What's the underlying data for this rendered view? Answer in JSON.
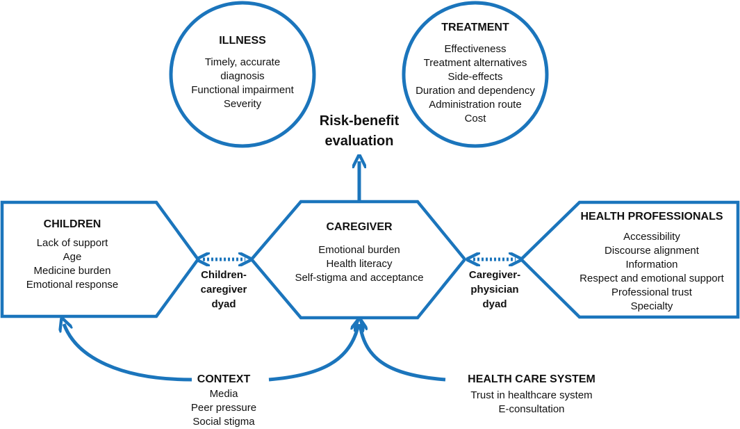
{
  "colors": {
    "accent": "#1b75bc",
    "text": "#111111",
    "background": "#ffffff"
  },
  "illness": {
    "title": "ILLNESS",
    "items": [
      "Timely, accurate",
      "diagnosis",
      "Functional impairment",
      "Severity"
    ]
  },
  "treatment": {
    "title": "TREATMENT",
    "items": [
      "Effectiveness",
      "Treatment alternatives",
      "Side-effects",
      "Duration and dependency",
      "Administration route",
      "Cost"
    ]
  },
  "risk_benefit": {
    "line1": "Risk-benefit",
    "line2": "evaluation"
  },
  "children": {
    "title": "CHILDREN",
    "items": [
      "Lack of support",
      "Age",
      "Medicine burden",
      "Emotional response"
    ]
  },
  "caregiver": {
    "title": "CAREGIVER",
    "items": [
      "Emotional burden",
      "Health literacy",
      "Self-stigma and acceptance"
    ]
  },
  "health_professionals": {
    "title": "HEALTH PROFESSIONALS",
    "items": [
      "Accessibility",
      "Discourse alignment",
      "Information",
      "Respect and emotional support",
      "Professional trust",
      "Specialty"
    ]
  },
  "dyads": {
    "children_caregiver": [
      "Children-",
      "caregiver",
      "dyad"
    ],
    "caregiver_physician": [
      "Caregiver-",
      "physician",
      "dyad"
    ]
  },
  "context": {
    "title": "CONTEXT",
    "items": [
      "Media",
      "Peer pressure",
      "Social stigma"
    ]
  },
  "health_care_system": {
    "title": "HEALTH CARE SYSTEM",
    "items": [
      "Trust in healthcare system",
      "E-consultation"
    ]
  }
}
